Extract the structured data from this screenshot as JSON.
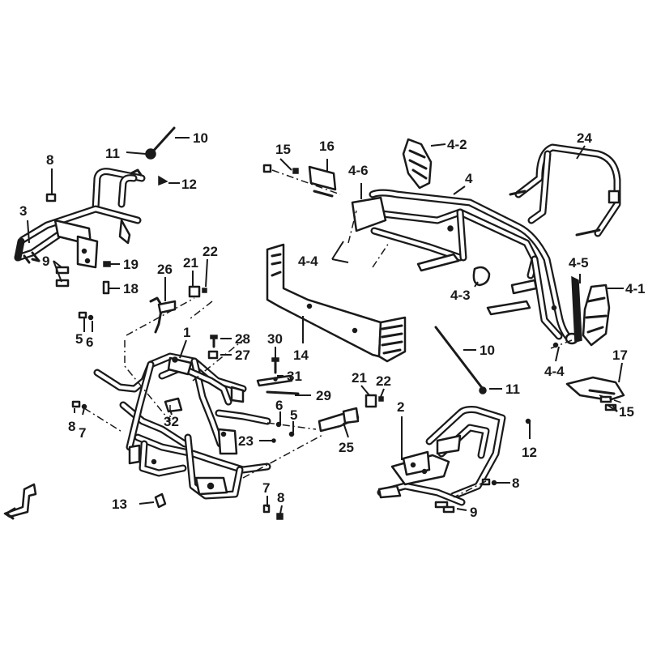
{
  "callouts": {
    "c1": "1",
    "c2": "2",
    "c3": "3",
    "c4": "4",
    "c4_1": "4-1",
    "c4_2": "4-2",
    "c4_3": "4-3",
    "c4_4a": "4-4",
    "c4_4b": "4-4",
    "c4_5": "4-5",
    "c4_6": "4-6",
    "c5a": "5",
    "c5b": "5",
    "c6a": "6",
    "c6b": "6",
    "c7a": "7",
    "c7b": "7",
    "c8a": "8",
    "c8b": "8",
    "c8c": "8",
    "c8d": "8",
    "c9a": "9",
    "c9b": "9",
    "c10a": "10",
    "c10b": "10",
    "c11a": "11",
    "c11b": "11",
    "c12a": "12",
    "c12b": "12",
    "c13": "13",
    "c14": "14",
    "c15a": "15",
    "c15b": "15",
    "c16": "16",
    "c17": "17",
    "c18": "18",
    "c19": "19",
    "c21a": "21",
    "c21b": "21",
    "c22a": "22",
    "c22b": "22",
    "c23": "23",
    "c24": "24",
    "c25": "25",
    "c26": "26",
    "c27": "27",
    "c28": "28",
    "c29": "29",
    "c30": "30",
    "c31": "31",
    "c32": "32"
  },
  "icons": {
    "direction_arrow": "front-direction-arrow-icon"
  }
}
